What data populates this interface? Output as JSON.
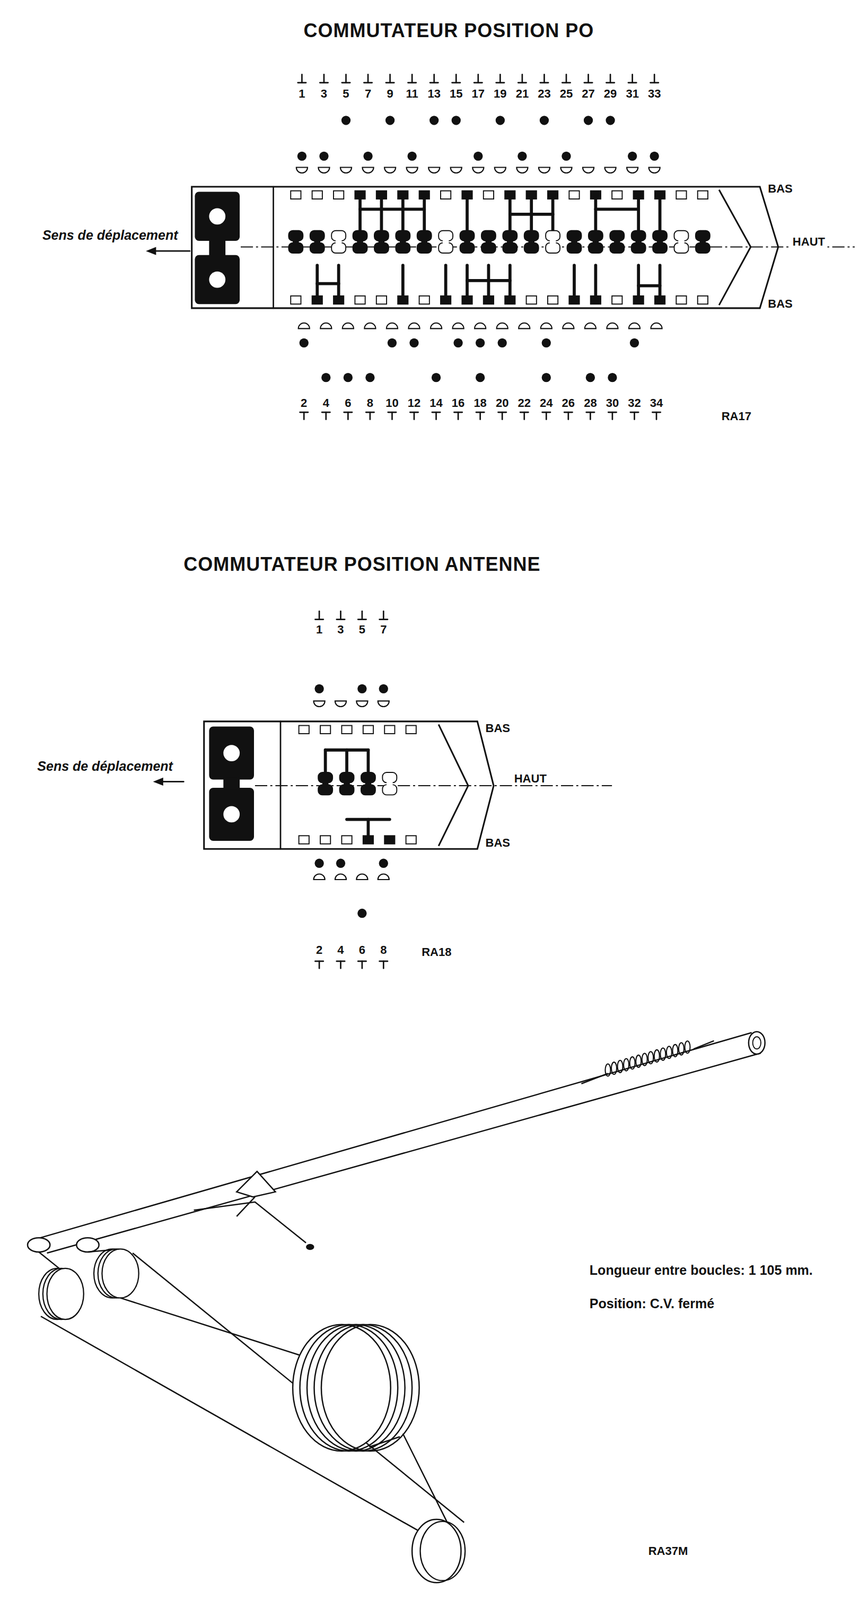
{
  "diagram": {
    "labels": [
      "COMMUTATEUR POSITION PO",
      "1",
      "3",
      "5",
      "7",
      "9",
      "11",
      "13",
      "15",
      "17",
      "19",
      "21",
      "23",
      "25",
      "27",
      "29",
      "31",
      "33",
      "Sens de déplacement",
      "BAS",
      "HAUT",
      "BAS",
      "2",
      "4",
      "6",
      "8",
      "10",
      "12",
      "14",
      "16",
      "18",
      "20",
      "22",
      "24",
      "26",
      "28",
      "30",
      "32",
      "34",
      "RA17",
      "COMMUTATEUR POSITION ANTENNE",
      "1",
      "3",
      "5",
      "7",
      "Sens de déplacement",
      "BAS",
      "HAUT",
      "BAS",
      "2",
      "4",
      "6",
      "8",
      "RA18",
      "Longueur entre boucles: 1 105 mm.",
      "Position: C.V. fermé",
      "RA37M"
    ]
  }
}
